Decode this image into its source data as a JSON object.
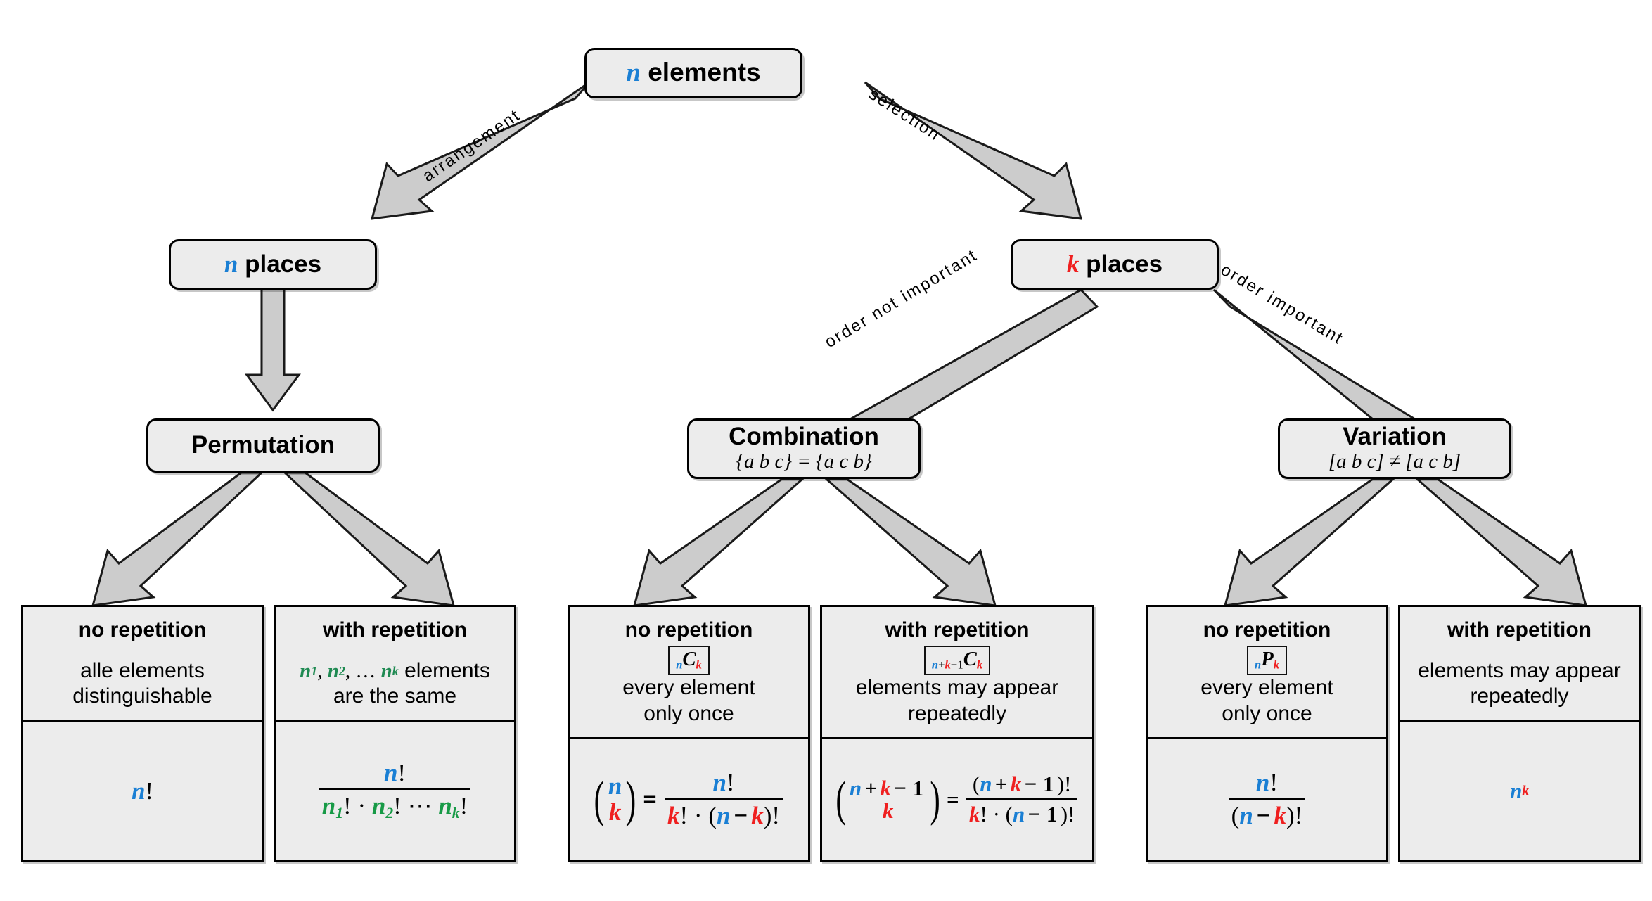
{
  "diagram": {
    "title": "Combinatorics decision tree",
    "colors": {
      "n": "#1a7fd4",
      "k": "#ef2020",
      "ni": "#179a46",
      "box_fill": "#ececec",
      "box_border": "#000000",
      "arrow_fill": "#cccccc"
    }
  },
  "nodes": {
    "root": {
      "var": "n",
      "label": "elements"
    },
    "n_places": {
      "var": "n",
      "label": "places"
    },
    "k_places": {
      "var": "k",
      "label": "places"
    },
    "permutation": {
      "title": "Permutation",
      "sub": ""
    },
    "combination": {
      "title": "Combination",
      "sub": "{a b c} = {a c b}"
    },
    "variation": {
      "title": "Variation",
      "sub": "[a b c] ≠ [a c b]"
    }
  },
  "edges": {
    "arrangement": "arrangement",
    "selection": "selection",
    "order_not_important": "order not important",
    "order_important": "order important"
  },
  "leaves": [
    {
      "id": "perm-no-rep",
      "header": "no repetition",
      "badge": "",
      "desc": "alle elements\ndistinguishable",
      "formula_text": "n!"
    },
    {
      "id": "perm-with-rep",
      "header": "with repetition",
      "badge": "",
      "desc_prefix": "n₁, n₂, … nₖ",
      "desc": "elements\nare the same",
      "formula_text": "n! / (n₁! · n₂! ⋯ nₖ!)"
    },
    {
      "id": "comb-no-rep",
      "header": "no repetition",
      "badge": "nCk",
      "desc": "every element\nonly once",
      "formula_text": "(n over k) = n! / (k! · (n − k)!)"
    },
    {
      "id": "comb-with-rep",
      "header": "with repetition",
      "badge": "n+k−1Ck",
      "desc": "elements may appear\nrepeatedly",
      "formula_text": "(n + k − 1 over k) = (n + k − 1)! / (k! · (n − 1)!)"
    },
    {
      "id": "var-no-rep",
      "header": "no repetition",
      "badge": "nPk",
      "desc": "every element\nonly once",
      "formula_text": "n! / (n − k)!"
    },
    {
      "id": "var-with-rep",
      "header": "with repetition",
      "badge": "",
      "desc": "elements may appear\nrepeatedly",
      "formula_text": "n^k"
    }
  ],
  "text": {
    "no_repetition": "no repetition",
    "with_repetition": "with repetition",
    "alle_elements": "alle elements",
    "distinguishable": "distinguishable",
    "are_the_same": "are the same",
    "elements_word": "elements",
    "every_element": "every element",
    "only_once": "only once",
    "elements_may_appear": "elements may appear",
    "repeatedly": "repeatedly"
  }
}
